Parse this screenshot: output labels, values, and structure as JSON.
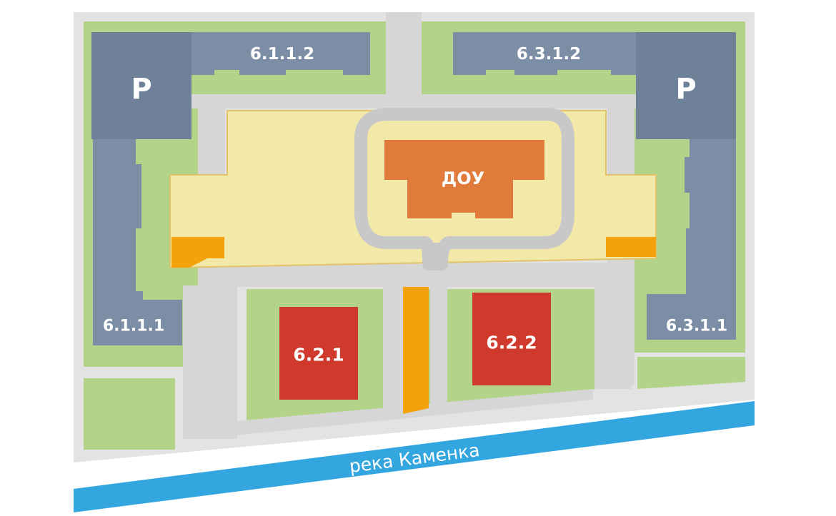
{
  "colors": {
    "base": "#e3e3e3",
    "lawn": "#b3d488",
    "road": "#d6d6d6",
    "courtyard": "#f2e8a8",
    "courtyard_edge": "#e2c36a",
    "loop_road": "#c8c8c8",
    "residential": "#7b8ea6",
    "parking": "#6f8099",
    "school": "#e07b3c",
    "new_building": "#cf3a2c",
    "playground": "#f4a20c",
    "river": "#33a6df"
  },
  "buildings": {
    "b6112": {
      "label": "6.1.1.2"
    },
    "b6312": {
      "label": "6.3.1.2"
    },
    "b6111": {
      "label": "6.1.1.1"
    },
    "b6311": {
      "label": "6.3.1.1"
    },
    "b621": {
      "label": "6.2.1"
    },
    "b622": {
      "label": "6.2.2"
    },
    "parking_left": {
      "label": "P"
    },
    "parking_right": {
      "label": "P"
    },
    "school": {
      "label": "ДОУ"
    }
  },
  "river": {
    "label": "река Каменка"
  }
}
